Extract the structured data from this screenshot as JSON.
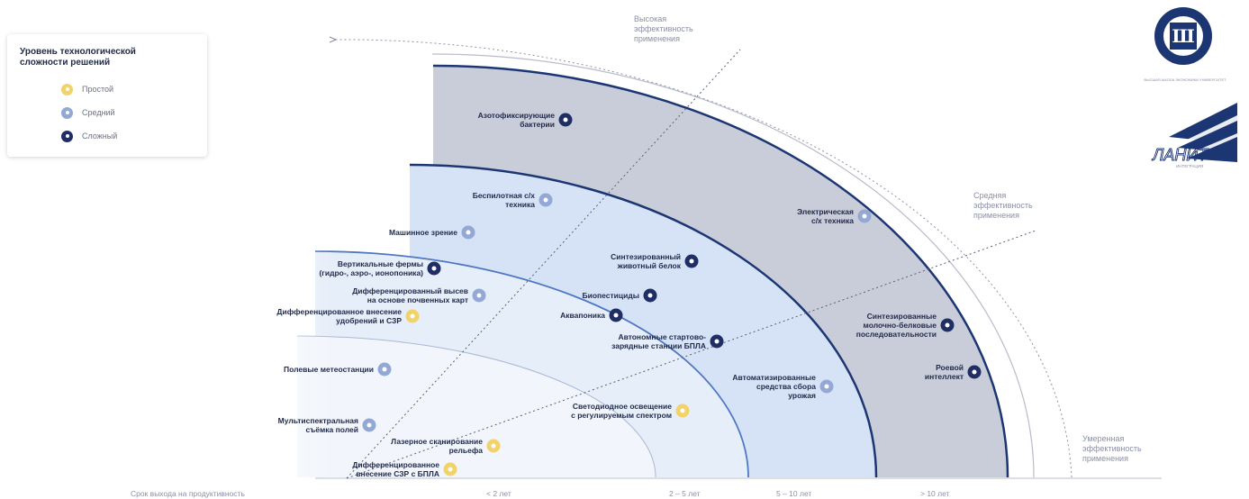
{
  "legend": {
    "title": "Уровень технологической\nсложности решений",
    "items": [
      {
        "label": "Простой",
        "color": "#f2d36a"
      },
      {
        "label": "Средний",
        "color": "#93a8d4"
      },
      {
        "label": "Сложный",
        "color": "#1f2f66"
      }
    ]
  },
  "efficiency": {
    "high": "Высокая\nэффективность\nприменения",
    "medium": "Средняя\nэффективность\nприменения",
    "moderate": "Умеренная\nэффективность\nприменения"
  },
  "timeline": {
    "label": "Срок выхода на продуктивность",
    "periods": [
      "< 2 лет",
      "2 – 5 лет",
      "5 – 10 лет",
      "> 10 лет"
    ]
  },
  "colors": {
    "band_over_10": "#c9ccd9",
    "band_5_10": "#d6e3f7",
    "band_2_5": "#e6eef9",
    "band_under_2": "#f2f6fc",
    "edge_dark": "#1c3673",
    "edge_mid": "#4f77c4",
    "complex": "#1f2f66",
    "medium": "#93a8d4",
    "simple": "#f2d36a"
  },
  "technologies": [
    {
      "label": "Азотофиксирующие\nбактерии",
      "level": "complex"
    },
    {
      "label": "Беспилотная с/х\nтехника",
      "level": "medium"
    },
    {
      "label": "Электрическая\nс/х техника",
      "level": "medium"
    },
    {
      "label": "Машинное зрение",
      "level": "medium"
    },
    {
      "label": "Синтезированный\nживотный белок",
      "level": "complex"
    },
    {
      "label": "Вертикальные фермы\n(гидро-, аэро-, ионопоника)",
      "level": "complex"
    },
    {
      "label": "Дифференцированный высев\nна основе почвенных карт",
      "level": "medium"
    },
    {
      "label": "Биопестициды",
      "level": "complex"
    },
    {
      "label": "Дифференцированное внесение\nудобрений и СЗР",
      "level": "simple"
    },
    {
      "label": "Аквапоника",
      "level": "complex"
    },
    {
      "label": "Синтезированные\nмолочно-белковые\nпоследовательности",
      "level": "complex"
    },
    {
      "label": "Автономные стартово-\nзарядные станции БПЛА",
      "level": "complex"
    },
    {
      "label": "Полевые метеостанции",
      "level": "medium"
    },
    {
      "label": "Роевой\nинтеллект",
      "level": "complex"
    },
    {
      "label": "Автоматизированные\nсредства сбора\nурожая",
      "level": "medium"
    },
    {
      "label": "Светодиодное освещение\nс регулируемым спектром",
      "level": "simple"
    },
    {
      "label": "Мультиспектральная\nсъёмка полей",
      "level": "medium"
    },
    {
      "label": "Лазерное сканирование\nрельефа",
      "level": "simple"
    },
    {
      "label": "Дифференцированное\nвнесение СЗР с БПЛА",
      "level": "simple"
    }
  ],
  "logos": {
    "hse_letters": "Ш",
    "hse_caption": "ВЫСШАЯ ШКОЛА ЭКОНОМИКИ\nУНИВЕРСИТЕТ",
    "lanit_text": "ЛАНИТ",
    "lanit_caption": "ИНТЕГРАЦИЯ"
  }
}
